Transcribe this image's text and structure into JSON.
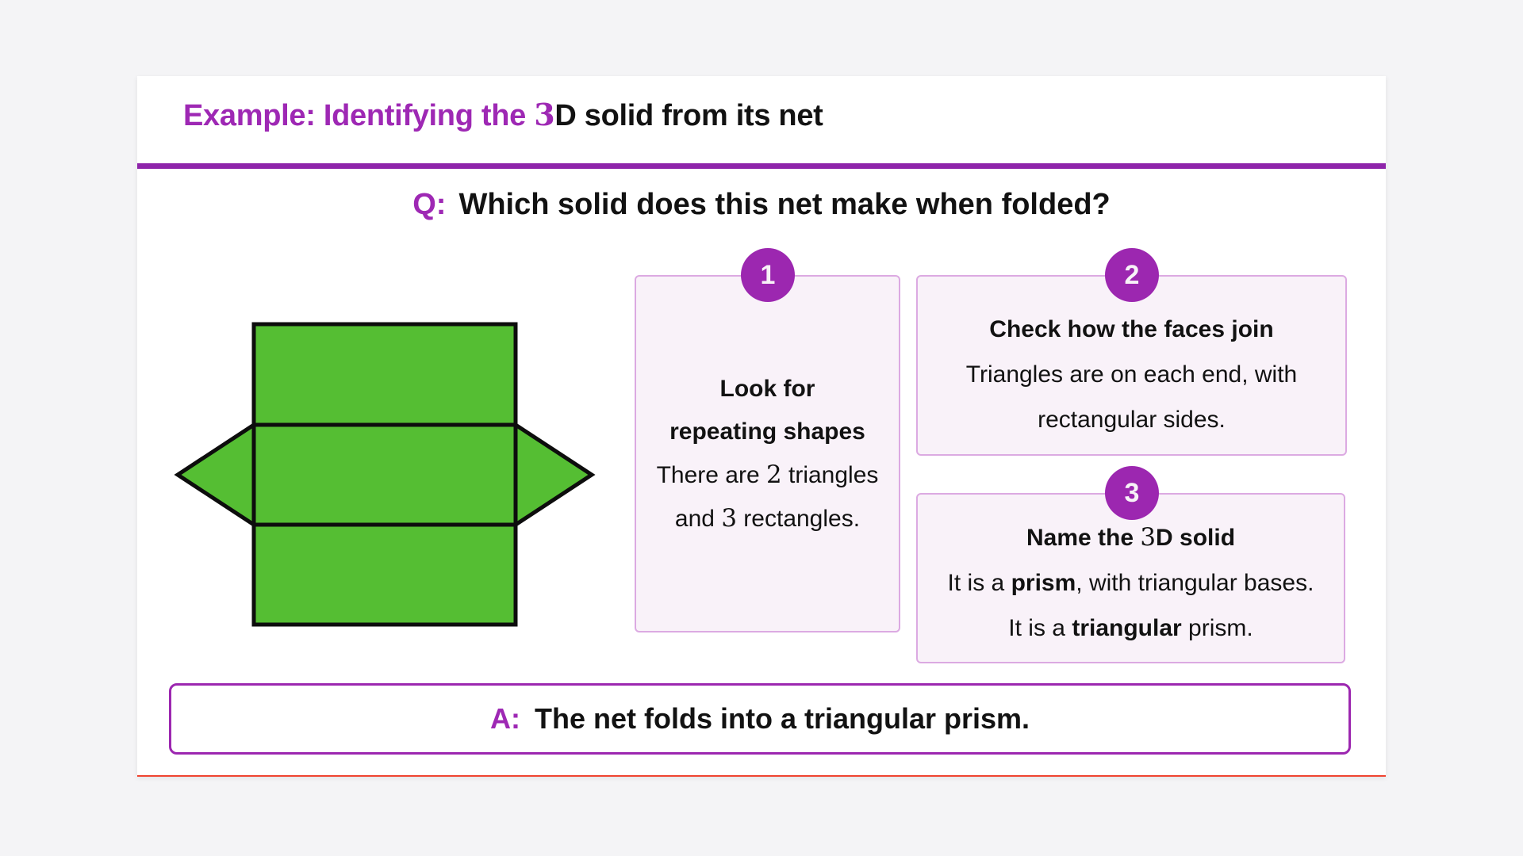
{
  "colors": {
    "page_bg": "#f4f4f6",
    "accent_purple": "#9c27b0",
    "title_purple": "#9e28b4",
    "divider_purple": "#8e24aa",
    "step_card_bg": "#f9f2f9",
    "step_card_border": "#dcaae2",
    "net_green": "#55be33",
    "net_outline": "#0d0d0d",
    "bottom_line_red": "#ef4430"
  },
  "header": {
    "title_accent": "Example: Identifying the ",
    "title_math_digit": "3",
    "title_rest": "D solid from its net"
  },
  "question": {
    "label": "Q:",
    "text": "Which solid does this net make when folded?"
  },
  "net": {
    "description": "Net of a triangular prism: three stacked rectangles with a triangle attached to each side of the middle rectangle",
    "rectangle_count": "3",
    "triangle_count": "2"
  },
  "steps": [
    {
      "number": "1",
      "heading_line1": "Look for",
      "heading_line2": "repeating shapes",
      "body1_pre": "There are ",
      "body1_digit": "2",
      "body1_post": " triangles",
      "body2_pre": "and ",
      "body2_digit": "3",
      "body2_post": " rectangles."
    },
    {
      "number": "2",
      "heading": "Check how the faces join",
      "body_line1": "Triangles are on each end, with",
      "body_line2": "rectangular sides."
    },
    {
      "number": "3",
      "heading_pre": "Name the ",
      "heading_digit": "3",
      "heading_post": "D solid",
      "body1_pre": "It is a ",
      "body1_bold": "prism",
      "body1_post": ", with triangular bases.",
      "body2_pre": "It is a ",
      "body2_bold": "triangular",
      "body2_post": " prism."
    }
  ],
  "answer": {
    "label": "A:",
    "text": "The net folds into a triangular prism."
  }
}
